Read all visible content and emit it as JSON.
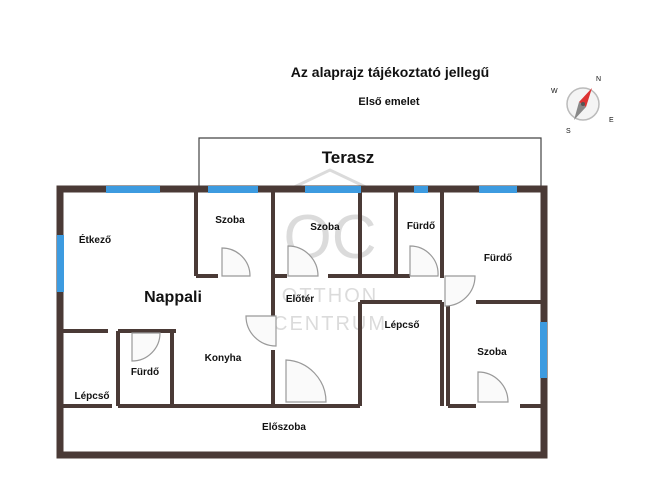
{
  "header": {
    "title": "Az alaprajz tájékoztató jellegű",
    "subtitle": "Első emelet"
  },
  "watermark": {
    "monogram": "OC",
    "line1": "OTTHON",
    "line2": "CENTRUM"
  },
  "compass": {
    "n": "N",
    "e": "E",
    "s": "S",
    "w": "W"
  },
  "rooms": {
    "terasz": "Terasz",
    "etkezo": "Étkező",
    "nappali": "Nappali",
    "szoba1": "Szoba",
    "szoba2": "Szoba",
    "furdo1": "Fürdő",
    "furdo2": "Fürdő",
    "eloter": "Előtér",
    "lepcso1": "Lépcső",
    "szoba3": "Szoba",
    "furdo3": "Fürdő",
    "konyha": "Konyha",
    "lepcso2": "Lépcső",
    "eloszoba": "Előszoba"
  },
  "colors": {
    "wall": "#4a3a36",
    "window": "#3d9be0",
    "door": "#999999",
    "watermark": "#bfbfbf"
  }
}
